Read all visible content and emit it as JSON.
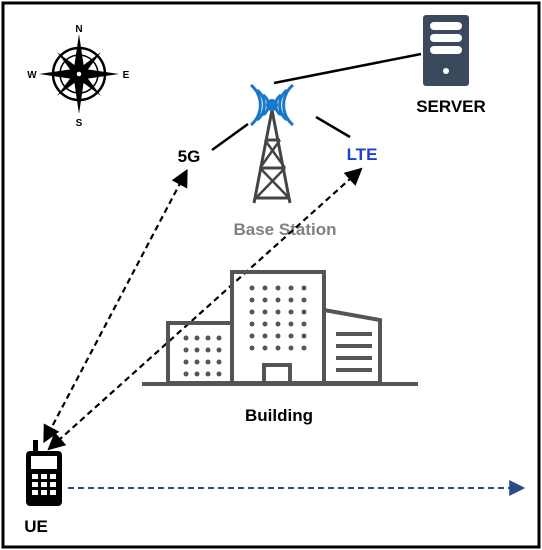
{
  "compass": {
    "north": "N",
    "south": "S",
    "east": "E",
    "west": "W"
  },
  "labels": {
    "server": "SERVER",
    "base_station": "Base Station",
    "link_5g": "5G",
    "link_lte": "LTE",
    "building": "Building",
    "ue": "UE"
  },
  "icons": {
    "compass": "compass-rose-icon",
    "server": "server-tower-icon",
    "base_station": "cell-tower-icon",
    "building": "city-building-icon",
    "ue": "mobile-phone-icon"
  },
  "colors": {
    "frame": "#000000",
    "text": "#000000",
    "server_icon": "#3a4a5c",
    "tower_gray": "#444444",
    "signal_blue": "#1a78c8",
    "base_station_text": "#808080",
    "lte_text": "#1f3fcf",
    "ue_path": "#2e4a86"
  }
}
